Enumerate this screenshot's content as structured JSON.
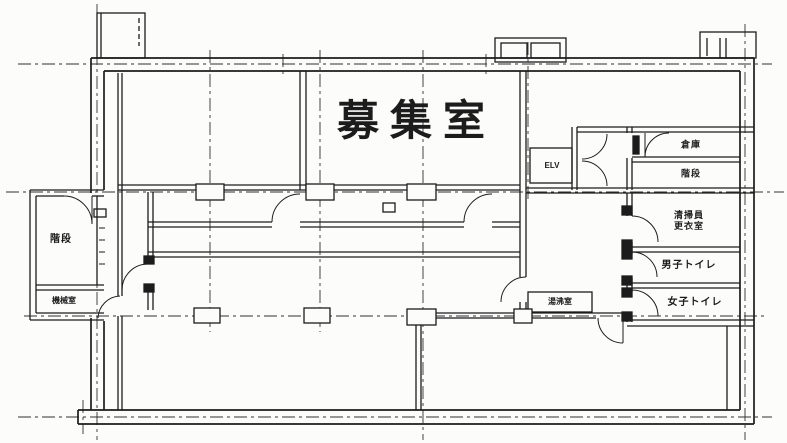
{
  "floorplan": {
    "labels": {
      "main_room": "募集室",
      "elevator": "ELV",
      "storage": "倉庫",
      "stairs_right": "階段",
      "cleaner_changing_room": "清掃員\n更衣室",
      "mens_toilet": "男子トイレ",
      "womens_toilet": "女子トイレ",
      "stairs_left": "階段",
      "machine_room": "機械室",
      "kitchenette": "湯沸室"
    },
    "colors": {
      "ink": "#1c1c1c",
      "paper": "#fcfcfb"
    }
  }
}
